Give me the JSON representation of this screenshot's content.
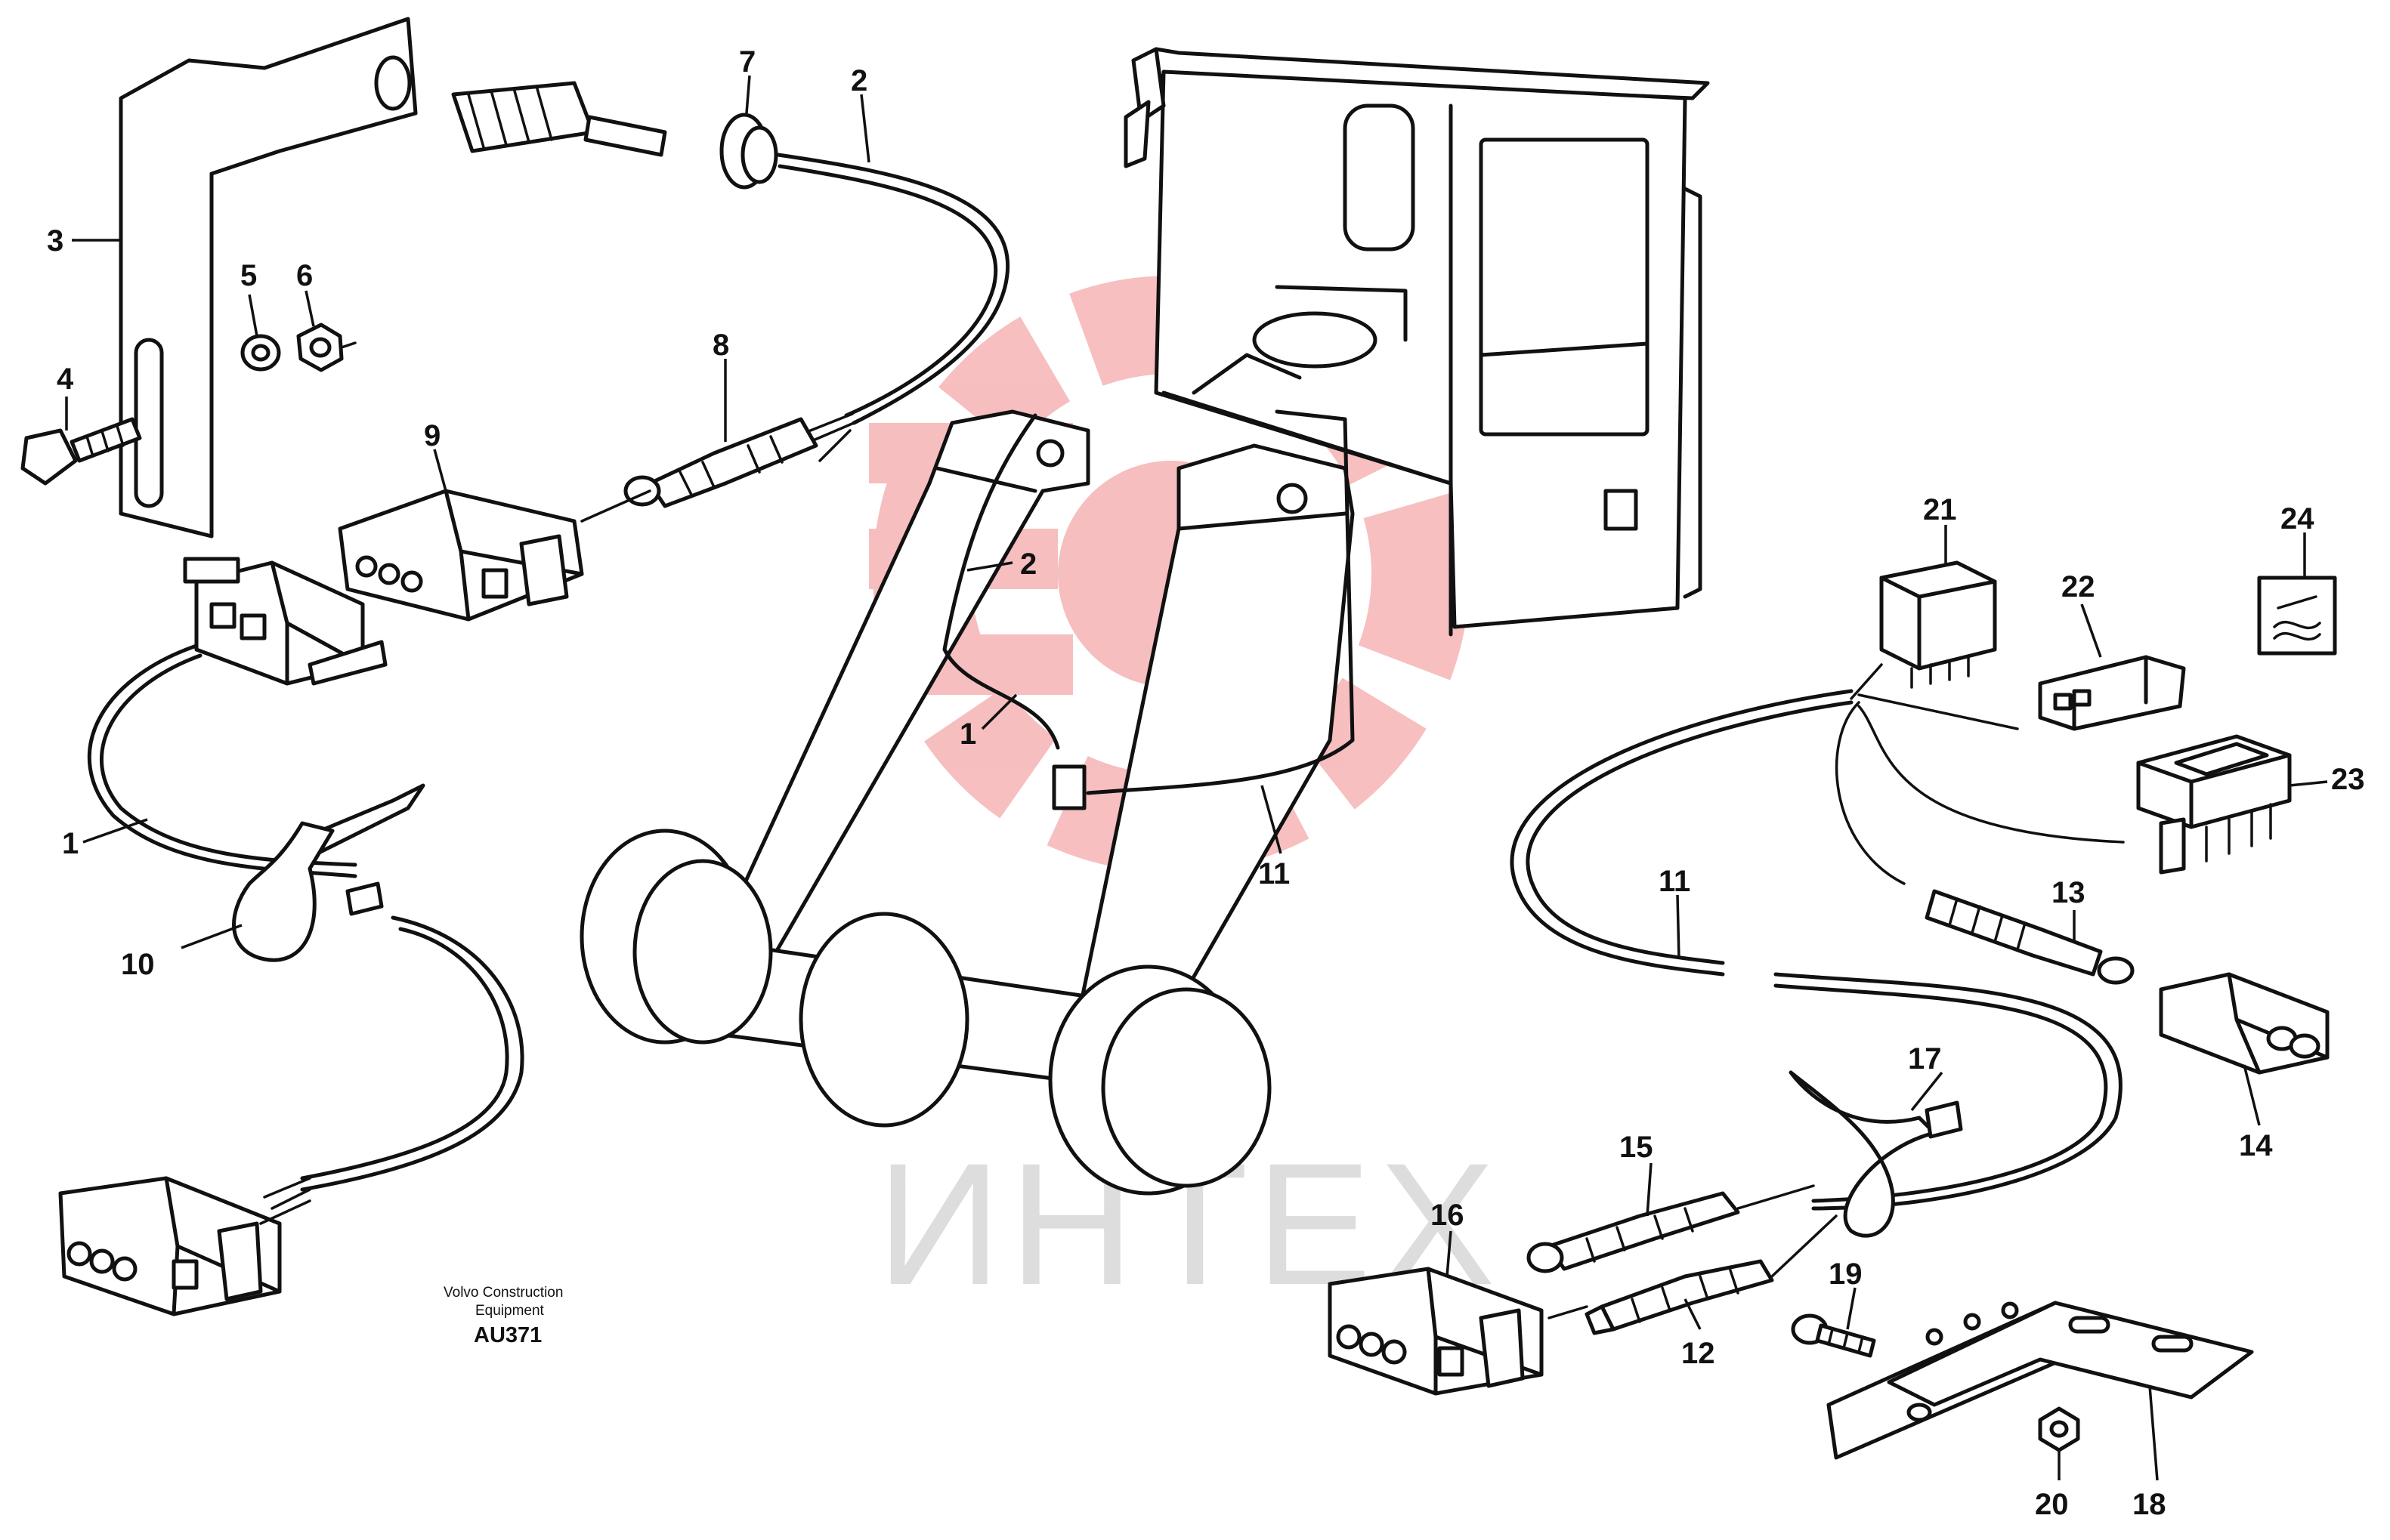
{
  "watermark": {
    "text": "ИНТЕХ",
    "logo_color": "#f08a8a",
    "text_color": "#cfcfcf"
  },
  "credit": {
    "line1": "Volvo Construction",
    "line2": "Equipment",
    "code": "AU371"
  },
  "callouts": [
    {
      "id": "c1a",
      "text": "1"
    },
    {
      "id": "c1b",
      "text": "1"
    },
    {
      "id": "c2a",
      "text": "2"
    },
    {
      "id": "c2b",
      "text": "2"
    },
    {
      "id": "c3",
      "text": "3"
    },
    {
      "id": "c4",
      "text": "4"
    },
    {
      "id": "c5",
      "text": "5"
    },
    {
      "id": "c6",
      "text": "6"
    },
    {
      "id": "c7",
      "text": "7"
    },
    {
      "id": "c8",
      "text": "8"
    },
    {
      "id": "c9",
      "text": "9"
    },
    {
      "id": "c10",
      "text": "10"
    },
    {
      "id": "c11a",
      "text": "11"
    },
    {
      "id": "c11b",
      "text": "11"
    },
    {
      "id": "c12",
      "text": "12"
    },
    {
      "id": "c13",
      "text": "13"
    },
    {
      "id": "c14",
      "text": "14"
    },
    {
      "id": "c15",
      "text": "15"
    },
    {
      "id": "c16",
      "text": "16"
    },
    {
      "id": "c17",
      "text": "17"
    },
    {
      "id": "c18",
      "text": "18"
    },
    {
      "id": "c19",
      "text": "19"
    },
    {
      "id": "c20",
      "text": "20"
    },
    {
      "id": "c21",
      "text": "21"
    },
    {
      "id": "c22",
      "text": "22"
    },
    {
      "id": "c23",
      "text": "23"
    },
    {
      "id": "c24",
      "text": "24"
    }
  ]
}
